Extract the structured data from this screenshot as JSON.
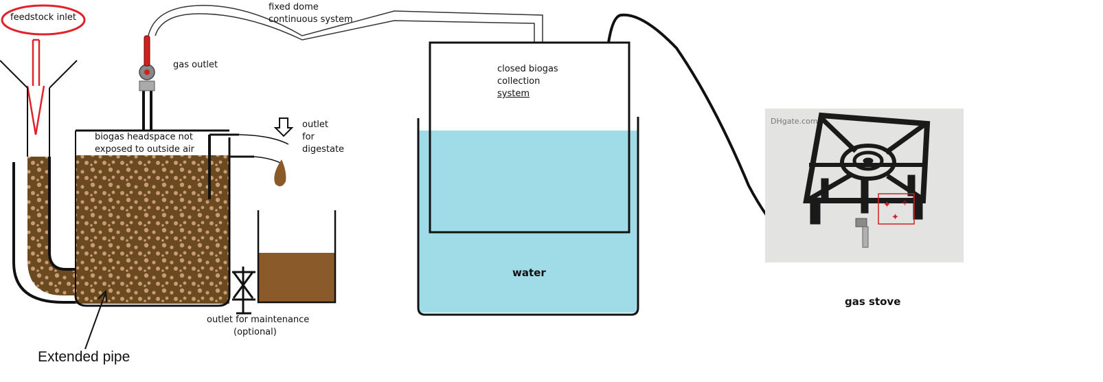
{
  "labels": {
    "feedstock_inlet": "feedstock inlet",
    "fixed_dome_1": "fixed dome",
    "fixed_dome_2": "continuous system",
    "gas_outlet": "gas outlet",
    "headspace_1": "biogas headspace not",
    "headspace_2": "exposed to outside air",
    "outlet_digestate_1": "outlet",
    "outlet_digestate_2": "for",
    "outlet_digestate_3": "digestate",
    "collection_1": "closed biogas",
    "collection_2": "collection",
    "collection_3": "system",
    "water": "water",
    "maintenance_1": "outlet for maintenance",
    "maintenance_2": "(optional)",
    "extended_pipe": "Extended pipe",
    "gas_stove": "gas stove"
  },
  "colors": {
    "slurry": "#6b4a1f",
    "slurry_dots": "#c99a7a",
    "digestate": "#8b5a2b",
    "water": "#a0dbe8",
    "highlight": "#e0222a",
    "line": "#111111"
  },
  "stove_image": {
    "watermark": "DHgate.com",
    "stamp_icon": "red-seal-stamp-icon"
  }
}
